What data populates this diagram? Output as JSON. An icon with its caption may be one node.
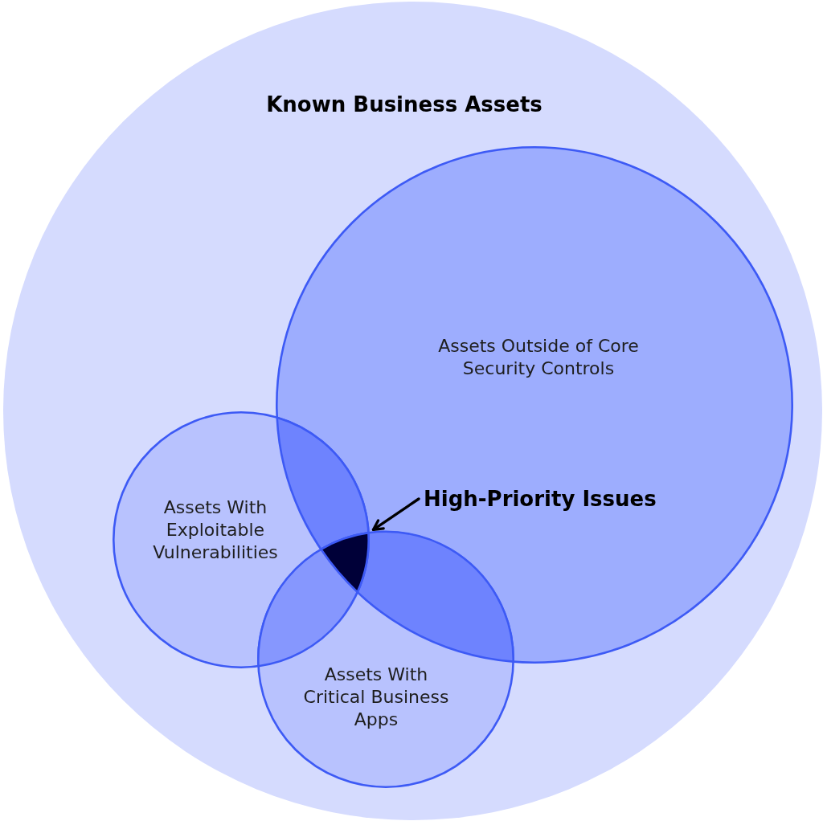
{
  "diagram": {
    "nodes": [
      {
        "text": [
          "Known Business Assets"
        ]
      },
      {
        "text": [
          "Assets Outside of Core Security Controls"
        ],
        "in": 0
      },
      {
        "text": [
          "High-Priority Issues"
        ],
        "in": 1
      },
      {
        "text": [
          "Assets With Exploitable Vulnerabilities"
        ],
        "in": 0
      },
      {
        "text": [],
        "shape": "triangle"
      },
      {
        "text": [
          "Assets With Critical Business Apps"
        ],
        "in": 0
      }
    ],
    "edges": [
      {
        "from": 2,
        "to": 4,
        "arrow": "to"
      }
    ]
  }
}
